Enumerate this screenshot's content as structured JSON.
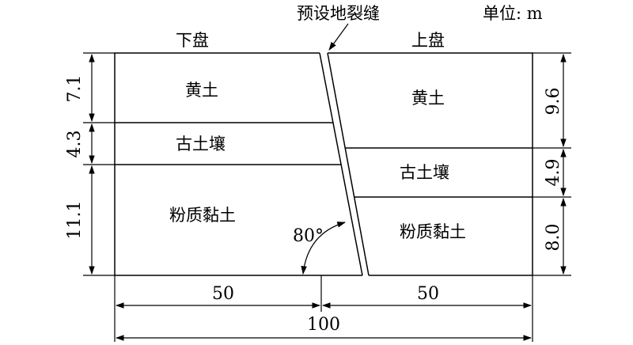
{
  "header": {
    "fault_label": "预设地裂缝",
    "unit_label": "单位: m",
    "footwall_label": "下盘",
    "hangingwall_label": "上盘"
  },
  "left_layers": [
    {
      "name": "黄土",
      "thickness": "7.1"
    },
    {
      "name": "古土壤",
      "thickness": "4.3"
    },
    {
      "name": "粉质黏土",
      "thickness": "11.1"
    }
  ],
  "right_layers": [
    {
      "name": "黄土",
      "thickness": "9.6"
    },
    {
      "name": "古土壤",
      "thickness": "4.9"
    },
    {
      "name": "粉质黏土",
      "thickness": "8.0"
    }
  ],
  "angle_label": "80°",
  "dimensions": {
    "left_width": "50",
    "right_width": "50",
    "total_width": "100"
  }
}
